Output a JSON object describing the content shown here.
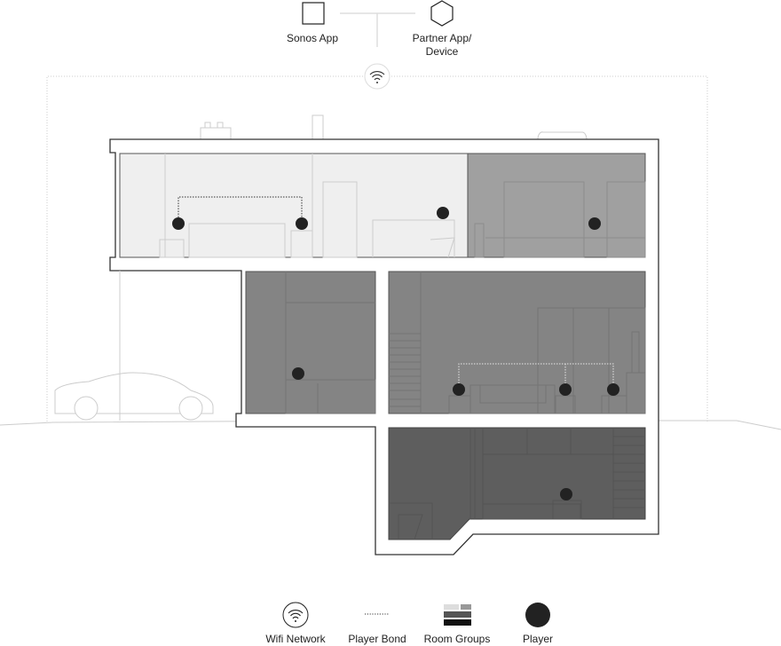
{
  "top": {
    "sonos_app": {
      "label": "Sonos App",
      "icon": "square-icon"
    },
    "partner_app": {
      "label_line1": "Partner App/",
      "label_line2": "Device",
      "icon": "hexagon-icon"
    },
    "wifi_icon": "wifi-icon"
  },
  "rooms": [
    {
      "name": "upper-left-room",
      "color": "#efefef",
      "group": "light"
    },
    {
      "name": "upper-right-room",
      "color": "#a0a0a0",
      "group": "mid-light"
    },
    {
      "name": "middle-left-room",
      "color": "#848484",
      "group": "mid"
    },
    {
      "name": "middle-right-room",
      "color": "#848484",
      "group": "mid"
    },
    {
      "name": "basement-room",
      "color": "#5e5e5e",
      "group": "dark"
    }
  ],
  "legend": {
    "wifi": "Wifi Network",
    "bond": "Player Bond",
    "groups": "Room Groups",
    "player": "Player"
  },
  "colors": {
    "player": "#222222",
    "wall": "#333333",
    "line": "#dddddd"
  }
}
